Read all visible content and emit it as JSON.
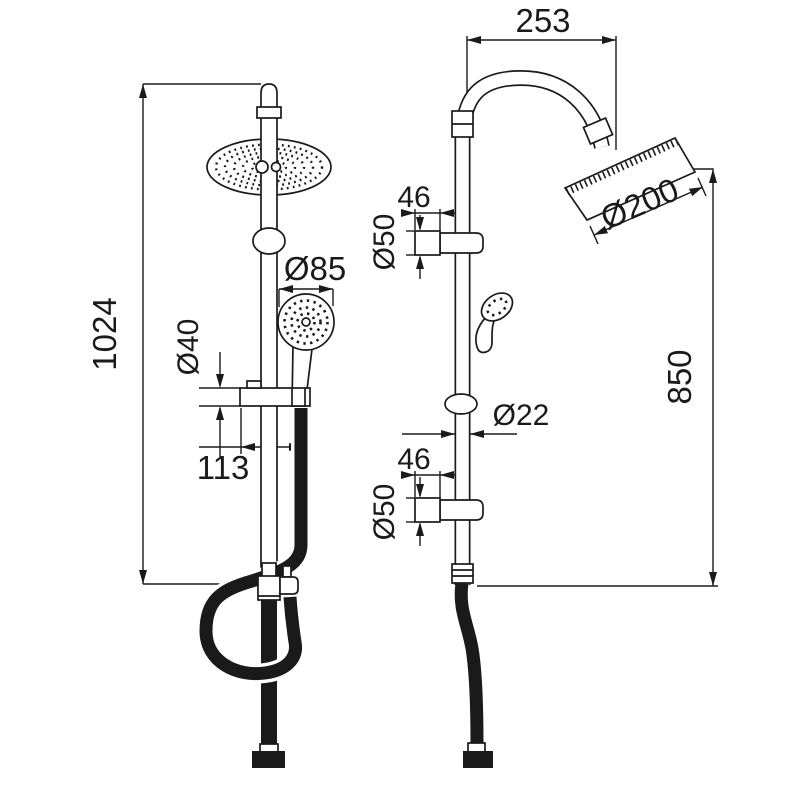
{
  "drawing": {
    "type": "technical-dimension-drawing",
    "subject": "shower column with rain head and hand shower, front and side views"
  },
  "colors": {
    "line": "#1a1a1a",
    "background": "#ffffff"
  },
  "front_view": {
    "dims": {
      "overall_height": "1024",
      "handshower_diameter": "Ø85",
      "slider_diameter": "Ø40",
      "holder_offset": "113"
    }
  },
  "side_view": {
    "dims": {
      "arm_projection": "253",
      "head_diameter": "Ø200",
      "outlet_height": "850",
      "pipe_diameter": "Ø22",
      "top_bracket_offset": "46",
      "top_bracket_diameter": "Ø50",
      "bottom_bracket_offset": "46",
      "bottom_bracket_diameter": "Ø50"
    }
  }
}
